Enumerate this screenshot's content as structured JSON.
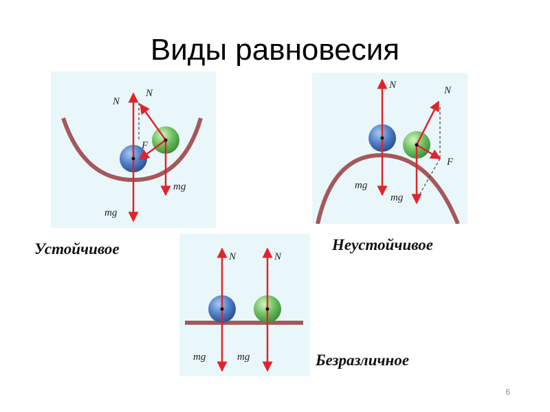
{
  "slide": {
    "title": "Виды равновесия",
    "page_number": "6"
  },
  "captions": {
    "stable": "Устойчивое",
    "unstable": "Неустойчивое",
    "indifferent": "Безразличное"
  },
  "vectors": {
    "normal": "N",
    "gravity": "mg",
    "force": "F"
  },
  "colors": {
    "panel_bg": "#e9f7fb",
    "arrow": "#e0242a",
    "surface": "#a5585a",
    "ball_blue": "#4f7fc6",
    "ball_green": "#6cc060"
  }
}
